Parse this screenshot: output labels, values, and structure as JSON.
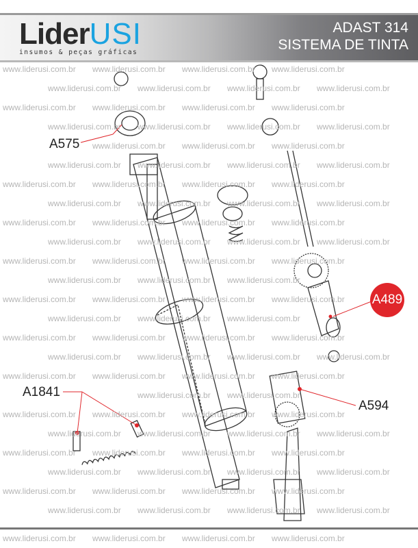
{
  "header": {
    "logo_main_1": "Lider",
    "logo_main_2": "USI",
    "logo_tagline": "insumos & peças gráficas",
    "title_line1": "ADAST 314",
    "title_line2": "SISTEMA DE TINTA"
  },
  "watermark_text": "www.liderusi.com.br",
  "parts": [
    {
      "label": "A575"
    },
    {
      "label": "A489",
      "highlighted": true,
      "highlight_color": "#e0262b"
    },
    {
      "label": "A594"
    },
    {
      "label": "A1841"
    }
  ],
  "colors": {
    "accent": "#1ba3e0",
    "highlight": "#e0262b"
  }
}
